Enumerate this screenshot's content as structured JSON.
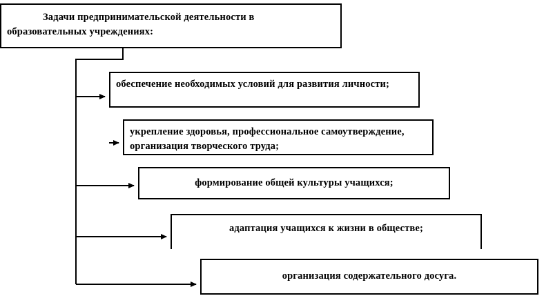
{
  "diagram": {
    "type": "hierarchy-flowchart",
    "orientation": "vertical-trunk-with-right-branches",
    "language": "ru",
    "line_color": "#000000",
    "text_color": "#000000",
    "background_color": "#ffffff",
    "root": {
      "id": "root-box",
      "text": "Задачи предпринимательской деятельности в образовательных учреждениях:"
    },
    "branches": [
      {
        "id": "branch-1",
        "text": "обеспечение необходимых условий для развития личности;"
      },
      {
        "id": "branch-2",
        "text": "укрепление здоровья, профессиональное самоутверждение, организация творческого труда;"
      },
      {
        "id": "branch-3",
        "text": "формирование общей культуры учащихся;"
      },
      {
        "id": "branch-4",
        "text": "адаптация учащихся к жизни в обществе;"
      },
      {
        "id": "branch-5",
        "text": "организация содержательного досуга."
      }
    ]
  }
}
